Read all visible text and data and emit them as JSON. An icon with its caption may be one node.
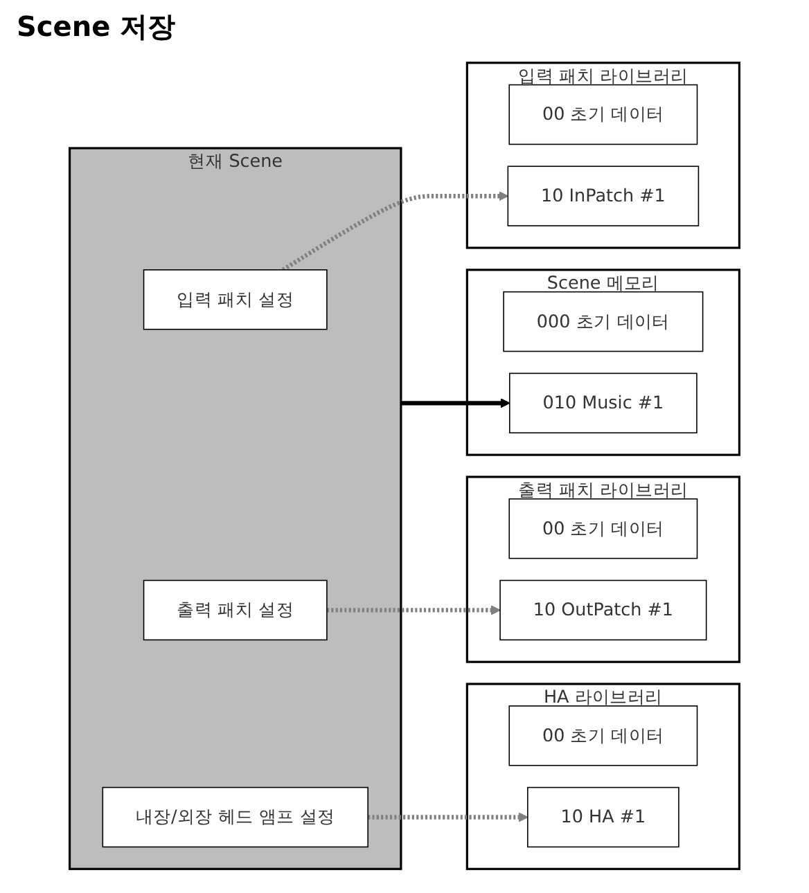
{
  "diagram": {
    "title": "Scene 저장",
    "nodes": [
      {
        "text": [
          "현재 Scene"
        ]
      },
      {
        "text": [
          "입력 패치 설정"
        ],
        "in": 0
      },
      {
        "text": [
          "출력 패치 설정"
        ],
        "in": 0
      },
      {
        "text": [
          "내장/외장 헤드 앰프 설정"
        ],
        "in": 0
      },
      {
        "text": [
          "입력 패치 라이브러리"
        ]
      },
      {
        "text": [
          "00 초기 데이터"
        ],
        "in": 4
      },
      {
        "text": [
          "10 InPatch #1"
        ],
        "in": 4
      },
      {
        "text": [
          "출력 패치 라이브러리"
        ]
      },
      {
        "text": [
          "00 초기 데이터"
        ],
        "in": 7
      },
      {
        "text": [
          "10 OutPatch #1"
        ],
        "in": 7
      },
      {
        "text": [
          "HA 라이브러리"
        ]
      },
      {
        "text": [
          "00 초기 데이터"
        ],
        "in": 10
      },
      {
        "text": [
          "10 HA #1"
        ],
        "in": 10
      },
      {
        "text": [
          "Scene 메모리"
        ]
      },
      {
        "text": [
          "000 초기 데이터"
        ],
        "in": 13
      },
      {
        "text": [
          "010 Music #1"
        ],
        "in": 13
      }
    ],
    "edges": [
      {
        "from": 1,
        "to": 6,
        "arrow": "to",
        "style": "dashed"
      },
      {
        "from": 2,
        "to": 9,
        "arrow": "to",
        "style": "dashed"
      },
      {
        "from": 3,
        "to": 12,
        "arrow": "to",
        "style": "dashed"
      },
      {
        "from": 0,
        "to": 15,
        "arrow": "to",
        "color": "#000000"
      }
    ]
  }
}
